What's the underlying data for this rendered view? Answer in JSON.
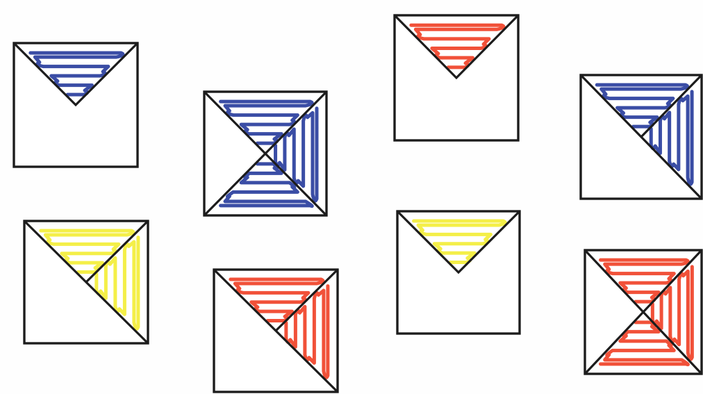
{
  "colors": {
    "blue": "#2b3f9e",
    "red": "#f0442a",
    "yellow": "#f3ee3a",
    "outline": "#1c1c1c"
  },
  "cards": [
    {
      "id": "card-1",
      "shaded": [
        {
          "region": "top",
          "color": "blue"
        }
      ]
    },
    {
      "id": "card-2",
      "shaded": [
        {
          "region": "top",
          "color": "blue"
        },
        {
          "region": "right",
          "color": "blue"
        },
        {
          "region": "bottom",
          "color": "blue"
        }
      ]
    },
    {
      "id": "card-3",
      "shaded": [
        {
          "region": "top",
          "color": "red"
        }
      ]
    },
    {
      "id": "card-4",
      "shaded": [
        {
          "region": "top",
          "color": "blue"
        },
        {
          "region": "right",
          "color": "blue"
        }
      ]
    },
    {
      "id": "card-5",
      "shaded": [
        {
          "region": "top",
          "color": "yellow"
        },
        {
          "region": "right",
          "color": "yellow"
        }
      ]
    },
    {
      "id": "card-6",
      "shaded": [
        {
          "region": "top",
          "color": "red"
        },
        {
          "region": "right",
          "color": "red"
        }
      ]
    },
    {
      "id": "card-7",
      "shaded": [
        {
          "region": "top",
          "color": "yellow"
        }
      ]
    },
    {
      "id": "card-8",
      "shaded": [
        {
          "region": "top",
          "color": "red"
        },
        {
          "region": "right",
          "color": "red"
        },
        {
          "region": "bottom",
          "color": "red"
        }
      ]
    }
  ]
}
